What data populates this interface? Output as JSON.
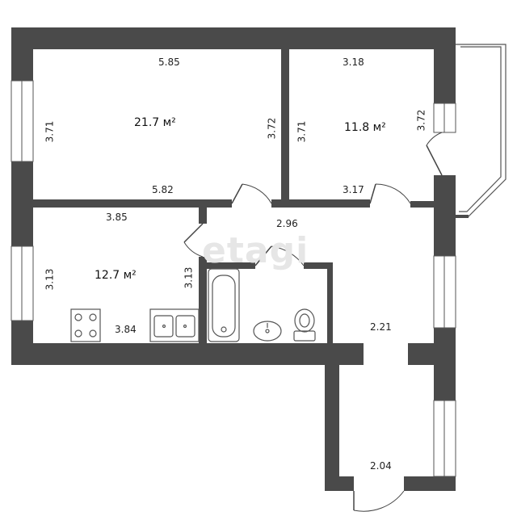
{
  "colors": {
    "wall": "#4a4a4a",
    "line": "#555555",
    "window": "#ffffff"
  },
  "watermark": "etagi",
  "rooms": {
    "living": {
      "area": "21.7 м²",
      "top": "5.85",
      "bottom": "5.82",
      "left": "3.71",
      "right": "3.72"
    },
    "bedroom": {
      "area": "11.8 м²",
      "top": "3.18",
      "bottom": "3.17",
      "left": "3.71",
      "right": "3.72"
    },
    "kitchen": {
      "area": "12.7 м²",
      "top": "3.85",
      "bottom": "3.84",
      "left": "3.13",
      "right": "3.13"
    },
    "hall": {
      "width": "2.96",
      "side": "2.21"
    },
    "corridor": {
      "bottom": "2.04"
    }
  },
  "icons": [
    "stove-icon",
    "sink-icon",
    "bathtub-icon",
    "washbasin-icon",
    "toilet-icon"
  ]
}
